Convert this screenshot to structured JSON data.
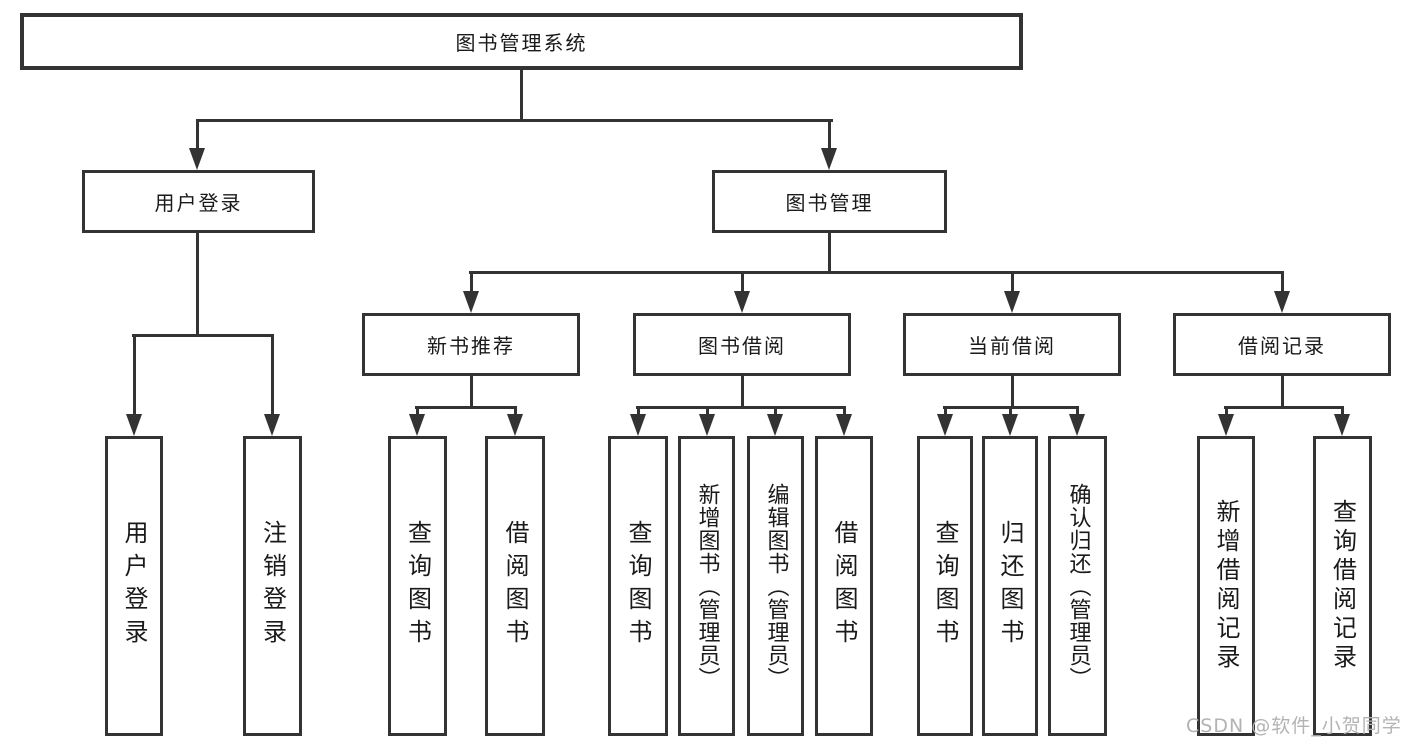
{
  "root": {
    "label": "图书管理系统"
  },
  "level2": {
    "user_login": {
      "label": "用户登录"
    },
    "book_mgmt": {
      "label": "图书管理"
    }
  },
  "level3": {
    "new_book": {
      "label": "新书推荐"
    },
    "book_borrow": {
      "label": "图书借阅"
    },
    "current_borrow": {
      "label": "当前借阅"
    },
    "borrow_record": {
      "label": "借阅记录"
    }
  },
  "leaves": {
    "user_login": [
      "用户登录",
      "注销登录"
    ],
    "new_book": [
      "查询图书",
      "借阅图书"
    ],
    "book_borrow": [
      "查询图书",
      "新增图书（管理员）",
      "编辑图书（管理员）",
      "借阅图书"
    ],
    "current_borrow": [
      "查询图书",
      "归还图书",
      "确认归还（管理员）"
    ],
    "borrow_record": [
      "新增借阅记录",
      "查询借阅记录"
    ]
  },
  "watermark": "CSDN @软件_小贺同学",
  "colors": {
    "line": "#333333",
    "text": "#1a1a1a",
    "watermark_text": "#b3b3b3",
    "background": "#ffffff"
  }
}
